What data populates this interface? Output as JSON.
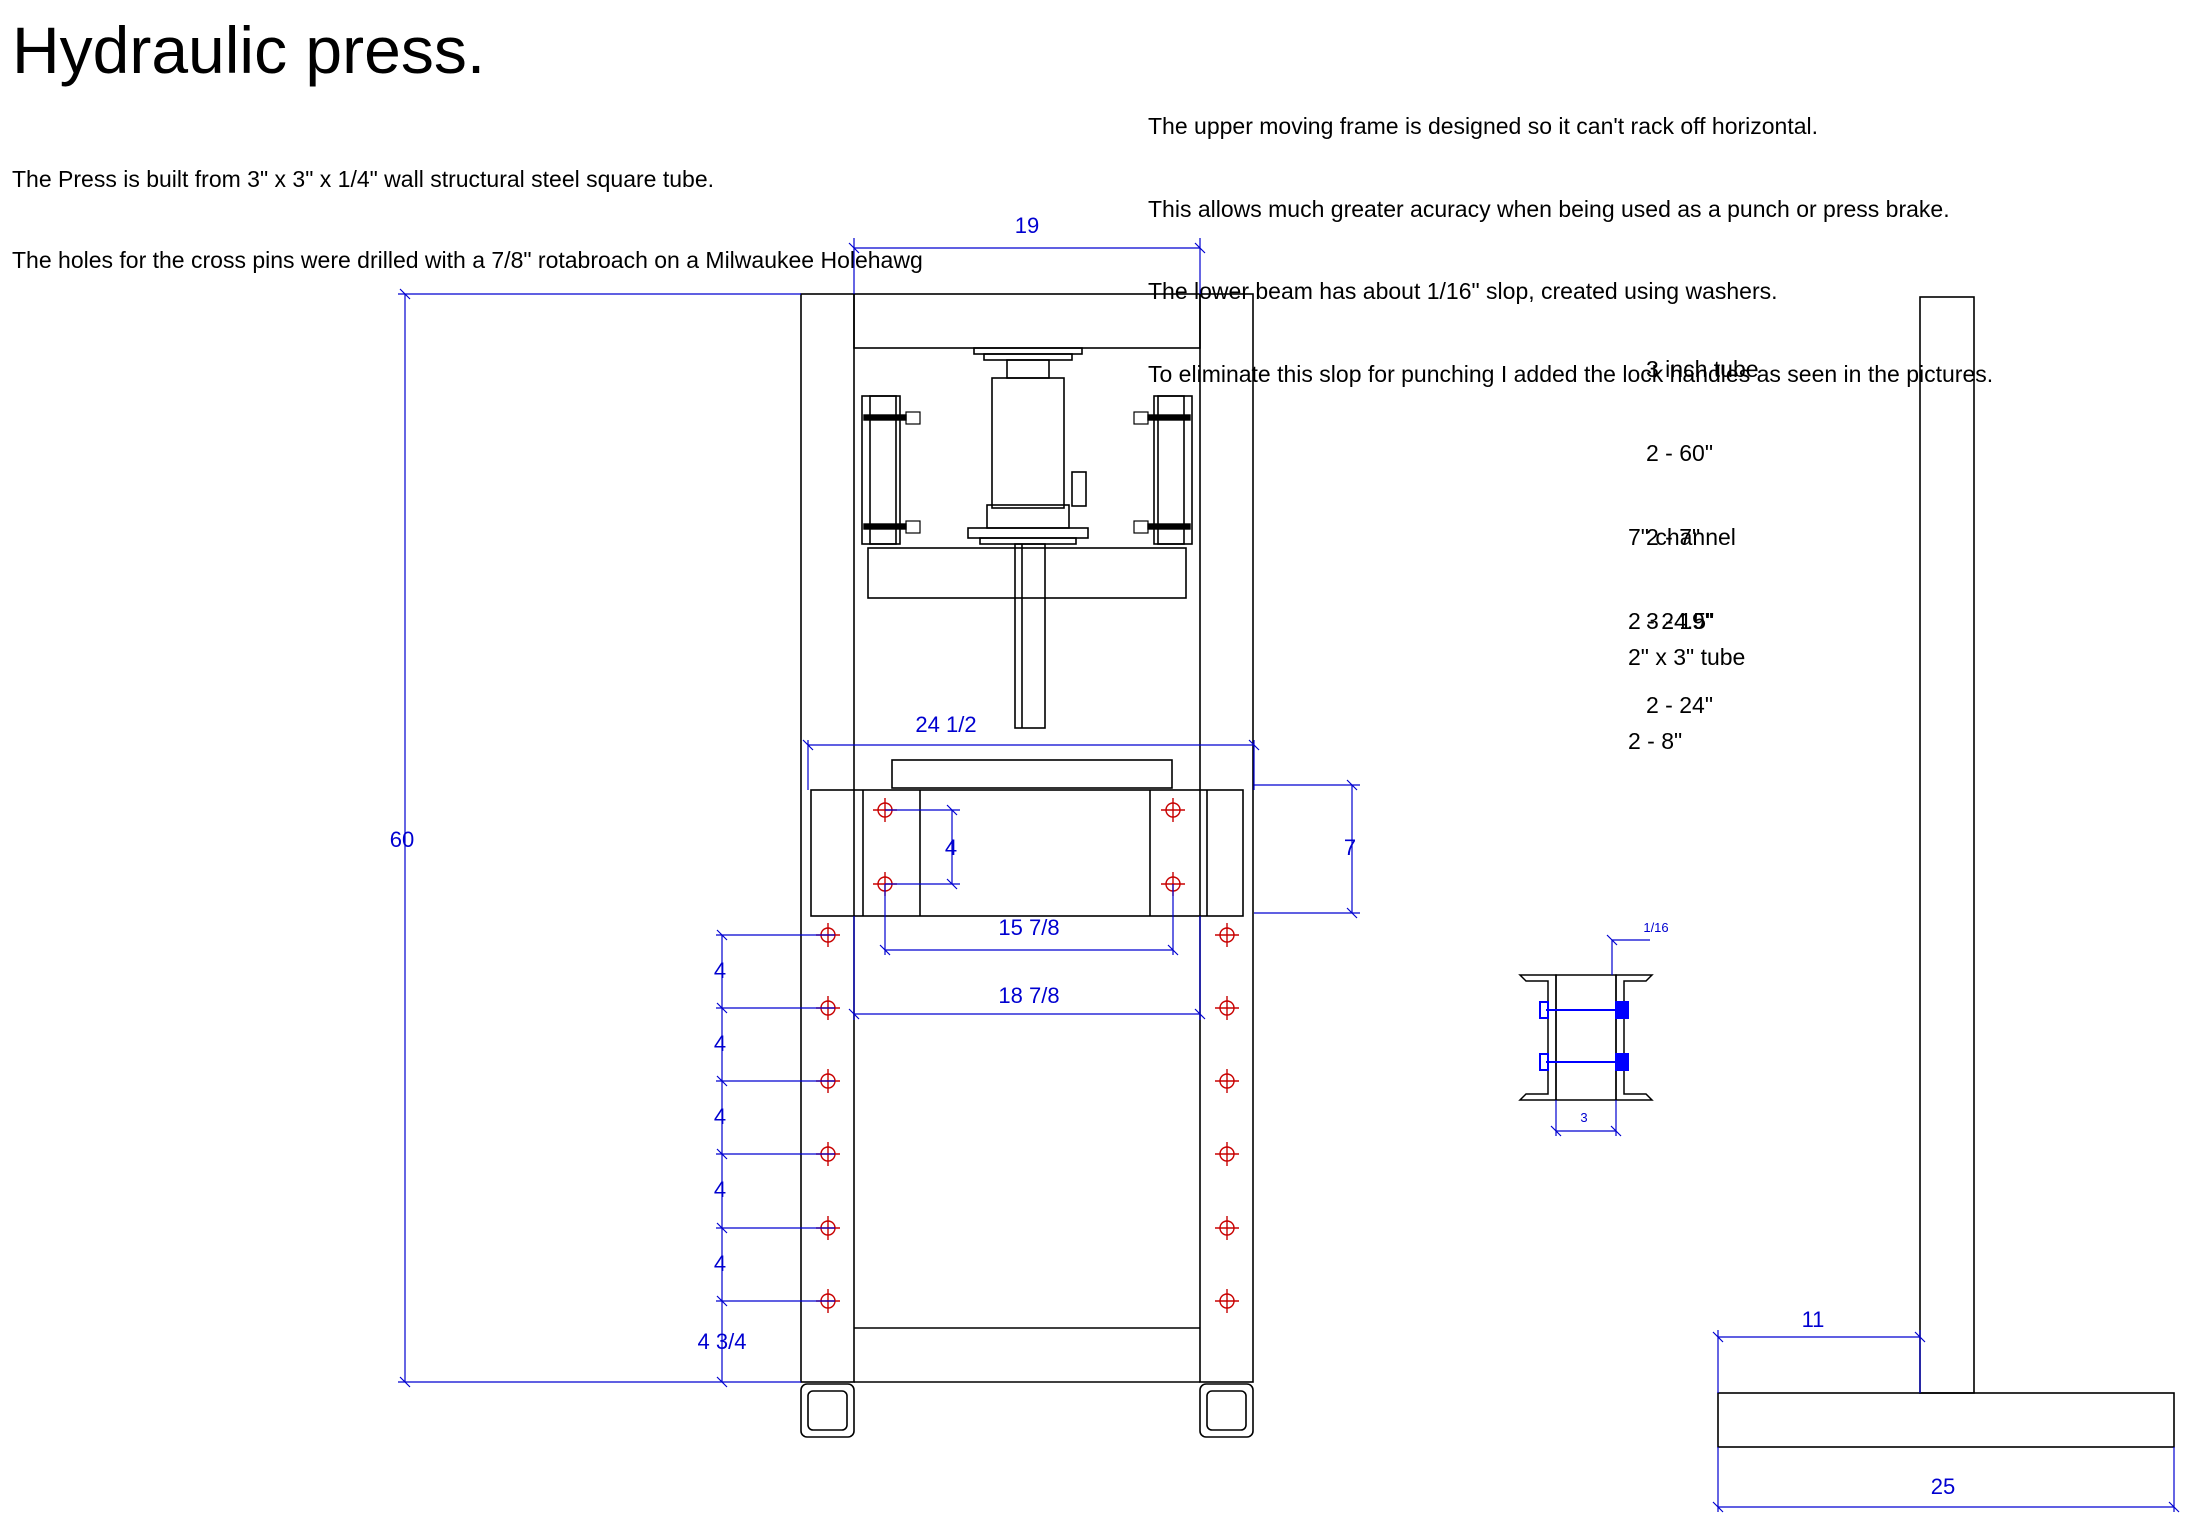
{
  "title": "Hydraulic press.",
  "intro": {
    "line1": "The Press is built from 3\" x 3\" x 1/4\" wall structural steel square tube.",
    "line2": "The holes for the cross pins were drilled with a 7/8\" rotabroach on a Milwaukee Holehawg"
  },
  "notes": {
    "line1": "The upper moving frame is designed so it can't rack off horizontal.",
    "line2": "This allows much greater acuracy when being used as a punch or press brake.",
    "line3": "The lower beam has about 1/16\" slop, created using washers.",
    "line4": "To eliminate this slop for punching I added the lock handles as seen in the pictures."
  },
  "parts": {
    "tube3": {
      "heading": "3 inch tube",
      "items": [
        "2 - 60\"",
        "2 - 7\"",
        "3 - 19\"",
        "2 - 24\""
      ]
    },
    "channel": {
      "heading": "7\" channel",
      "items": [
        "2 - 24.5\""
      ]
    },
    "tube23": {
      "heading": "2\" x 3\" tube",
      "items": [
        "2 - 8\""
      ]
    }
  },
  "dimensions": {
    "top_width": "19",
    "height": "60",
    "beam_width": "24 1/2",
    "beam_height": "7",
    "hole_vertical": "4",
    "hole_span": "15 7/8",
    "inner_width": "18 7/8",
    "hole_spacing": [
      "4",
      "4",
      "4",
      "4",
      "4"
    ],
    "bottom_offset": "4 3/4",
    "slop": "1/16",
    "channel_gap": "3",
    "foot_offset": "11",
    "foot_length": "25"
  },
  "colors": {
    "lines": "#000000",
    "dimensions": "#0000d0",
    "holes": "#c80000",
    "bolts": "#0000ff"
  }
}
